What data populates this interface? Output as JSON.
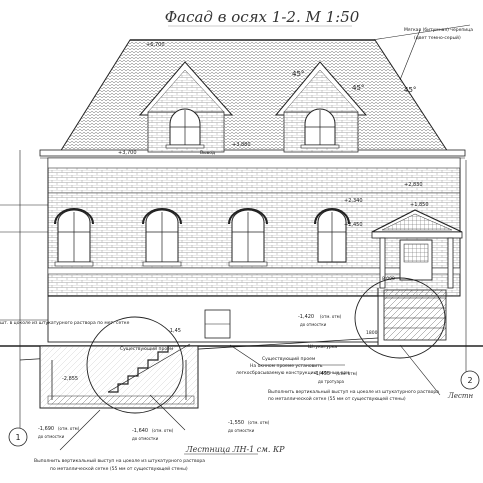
{
  "title": "Фасад в осях 1-2. М 1:50",
  "roof_material": [
    "Мягкая (битумная) черепица",
    "(цвет темно-серый)"
  ],
  "levels": [
    "+6,700",
    "+3,880",
    "+3,700",
    "+2,830",
    "+2,340",
    "+2,450",
    "+1,850",
    "-1,420",
    "-1,455",
    "-1,690",
    "-1,640",
    "-1,550",
    "-2,855",
    "-1,45"
  ],
  "level_notes": {
    "ot_otmostki_1": "до отмостки",
    "ot_otmostki_2": "до отмостки",
    "ot_otmostki_3": "до отмостки",
    "ot_otmostki_4": "до отмостки",
    "do_trotuara": "до тротуара",
    "otm_1420": "(отм. отм)",
    "otm_1455": "(отм. отм)",
    "otm_1690": "(отм. отм)",
    "otm_1640": "(отм. отм)",
    "otm_1550": "(отм. отм)"
  },
  "angles": [
    "45°",
    "45°",
    "45°"
  ],
  "labels": {
    "vesy": "Вывод",
    "shtukaturka": "Штукатурка",
    "existing_opening": "Существующий проем",
    "opening_note": "На окнном проеме установить",
    "opening_note2": "легкосбрасываемую конструкцию оконных рам",
    "existing_trench": "Существующий проем",
    "stair": "Лестница ЛН-1 см. КР",
    "stair_right": "Лестн",
    "plinth_left_1": "Выполнить вертикальный выступ на цоколе из штукатурного раствора",
    "plinth_left_2": "по металлической сетке (55 мм от существующей стены)",
    "plinth_right_1": "Выполнить вертикальный выступ на цоколе из штукатурного раствора",
    "plinth_right_2": "по металлической сетке (55 мм от существующей стены)",
    "plinth_top": "шт. в цоколе из штукатурного раствора по мет. сетке",
    "h_8000": "8,000",
    "h_1800": "1800"
  },
  "axes": [
    "1",
    "2"
  ]
}
